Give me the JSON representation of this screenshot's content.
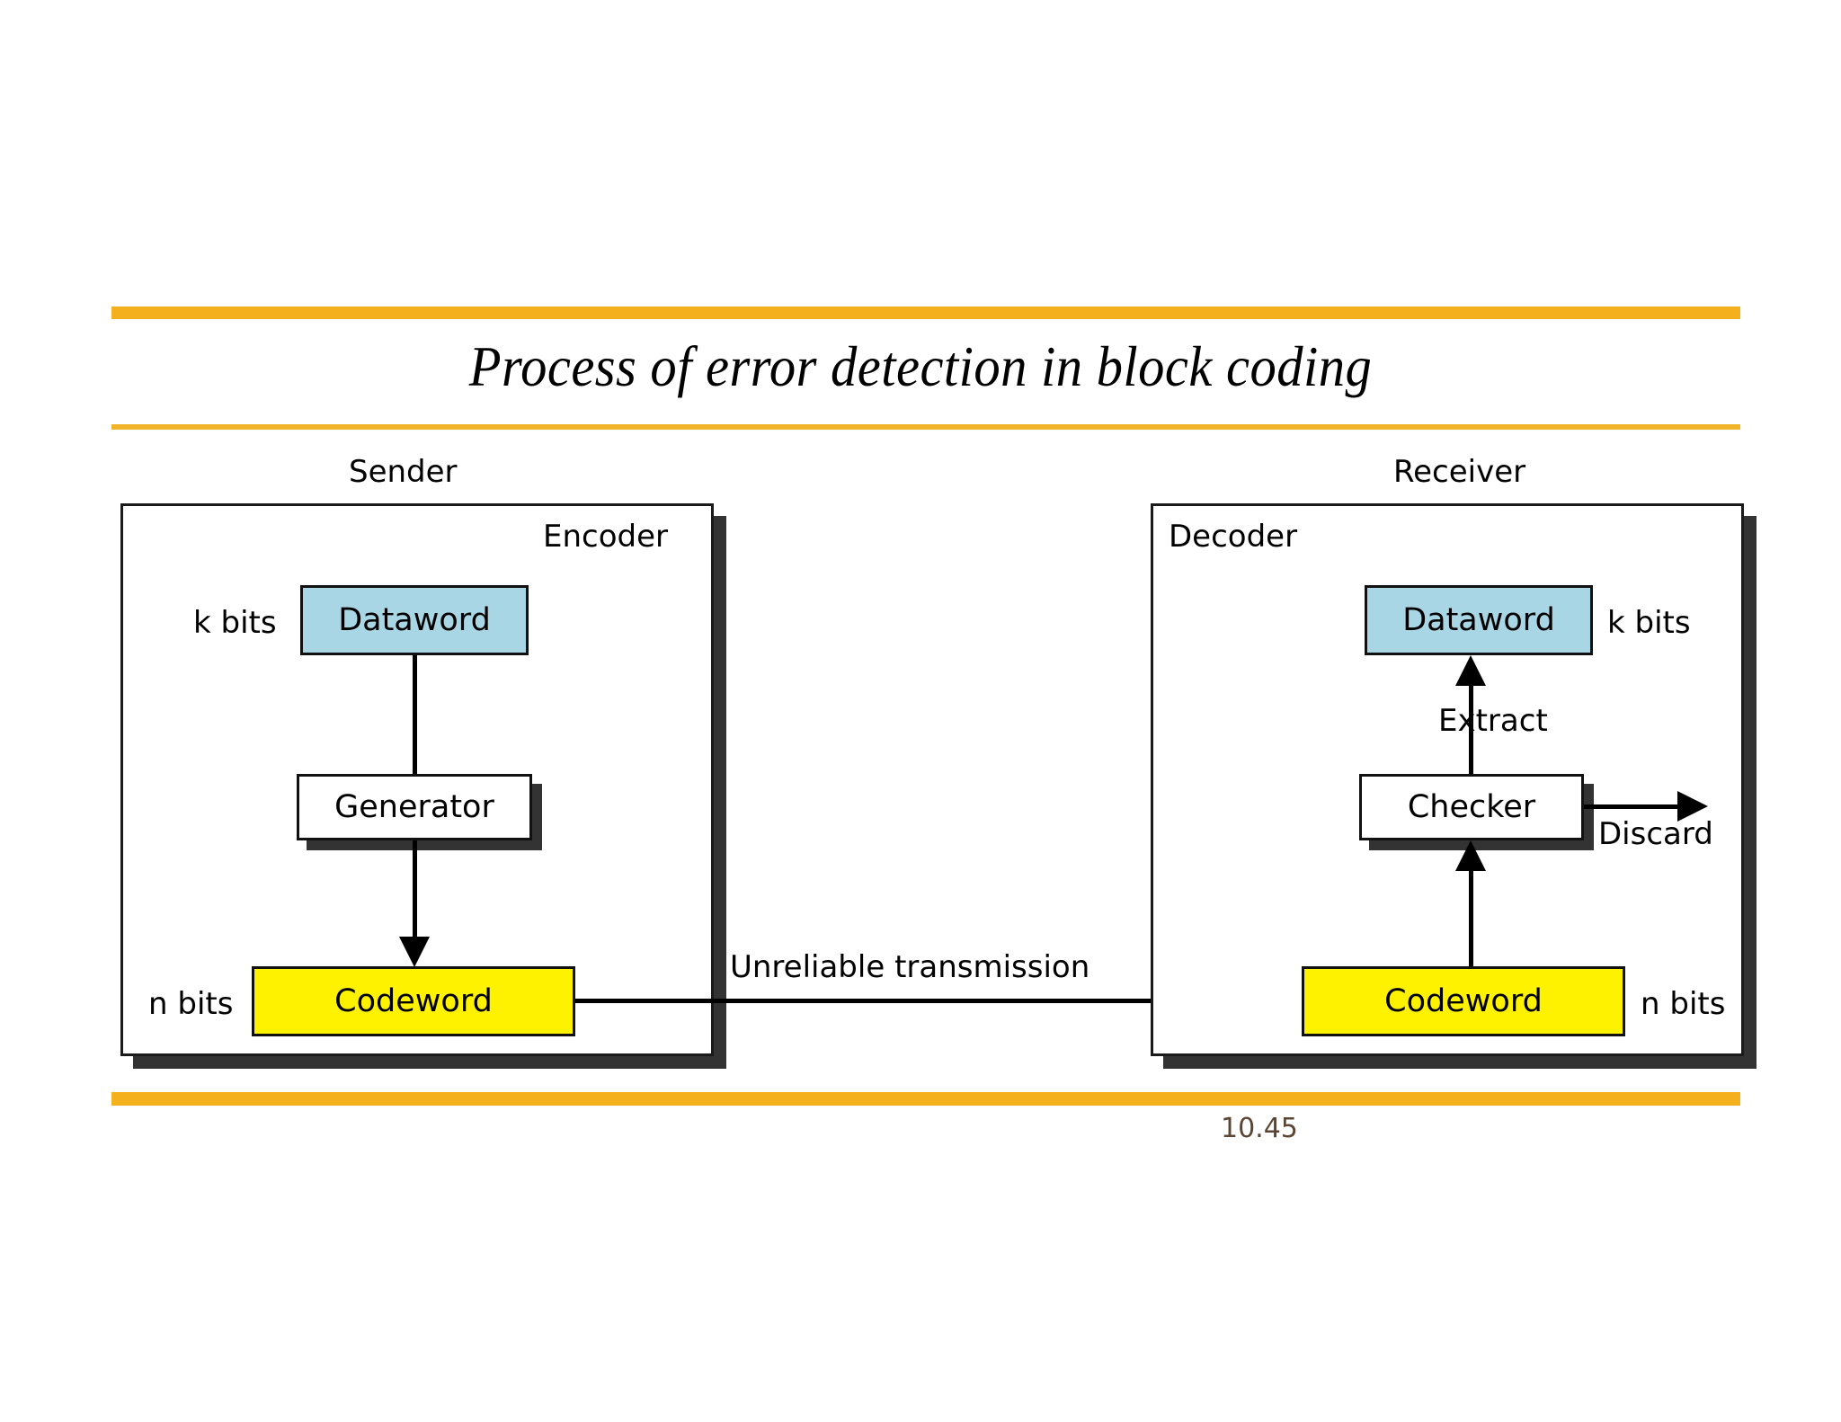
{
  "slide": {
    "title": "Process of error detection in block coding",
    "page_number": "10.45",
    "accent_color": "#F5B01E",
    "title_rule_color": "#F0B429",
    "page_number_color": "#5b4636"
  },
  "sender": {
    "caption": "Sender",
    "panel_label": "Encoder",
    "bits_in": "k bits",
    "bits_out": "n bits",
    "nodes": {
      "dataword": {
        "label": "Dataword",
        "fill": "#A9D6E5"
      },
      "generator": {
        "label": "Generator",
        "fill": "#FFFFFF"
      },
      "codeword": {
        "label": "Codeword",
        "fill": "#FFF200"
      }
    }
  },
  "receiver": {
    "caption": "Receiver",
    "panel_label": "Decoder",
    "bits_out": "k bits",
    "bits_in": "n bits",
    "nodes": {
      "dataword": {
        "label": "Dataword",
        "fill": "#A9D6E5"
      },
      "checker": {
        "label": "Checker",
        "fill": "#FFFFFF"
      },
      "codeword": {
        "label": "Codeword",
        "fill": "#FFF200"
      }
    }
  },
  "flows": {
    "transmission": "Unreliable transmission",
    "extract": "Extract",
    "discard": "Discard"
  }
}
